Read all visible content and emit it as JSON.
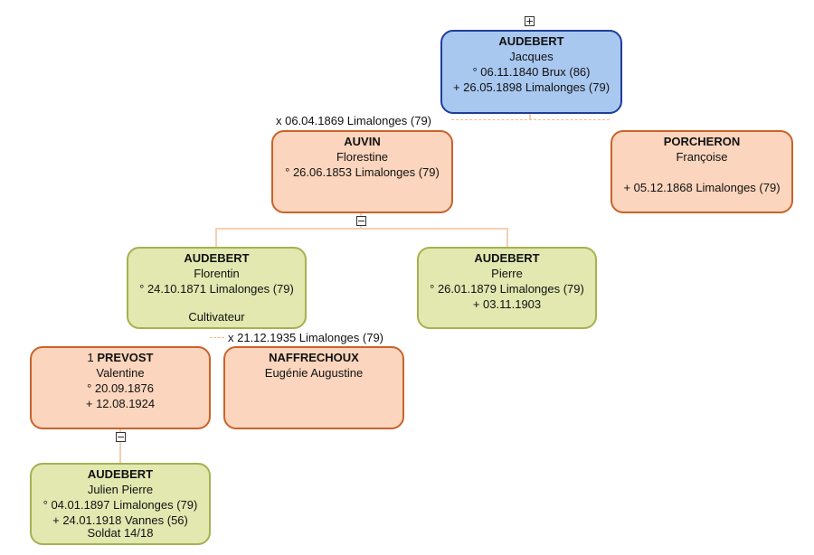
{
  "root": {
    "toggle": "+",
    "surname": "AUDEBERT",
    "given": "Jacques",
    "birth": "° 06.11.1840 Brux (86)",
    "death": "+ 26.05.1898 Limalonges (79)"
  },
  "marriage1": "x 06.04.1869 Limalonges (79)",
  "wife1": {
    "surname": "AUVIN",
    "given": "Florestine",
    "birth": "° 26.06.1853 Limalonges (79)",
    "toggle": "−"
  },
  "wife2": {
    "surname": "PORCHERON",
    "given": "Françoise",
    "death": "+ 05.12.1868 Limalonges (79)"
  },
  "child1": {
    "surname": "AUDEBERT",
    "given": "Florentin",
    "birth": "° 24.10.1871 Limalonges (79)",
    "occupation": "Cultivateur"
  },
  "child2": {
    "surname": "AUDEBERT",
    "given": "Pierre",
    "birth": "° 26.01.1879 Limalonges (79)",
    "death": "+ 03.11.1903"
  },
  "marriage2": "x 21.12.1935 Limalonges (79)",
  "spouse1": {
    "number": "1",
    "surname": "PREVOST",
    "given": "Valentine",
    "birth": "° 20.09.1876",
    "death": "+ 12.08.1924",
    "toggle": "−"
  },
  "spouse2": {
    "surname": "NAFFRECHOUX",
    "given": "Eugénie Augustine"
  },
  "grandchild": {
    "surname": "AUDEBERT",
    "given": "Julien Pierre",
    "birth": "° 04.01.1897 Limalonges (79)",
    "death": "+ 24.01.1918 Vannes (56)",
    "occupation": "Soldat 14/18"
  },
  "colors": {
    "root_fill": "#a9c8f0",
    "root_border": "#1f3d9a",
    "female_fill": "#fbd5bd",
    "female_border": "#c8632a",
    "male_fill": "#e2e8b0",
    "male_border": "#a6b150"
  }
}
